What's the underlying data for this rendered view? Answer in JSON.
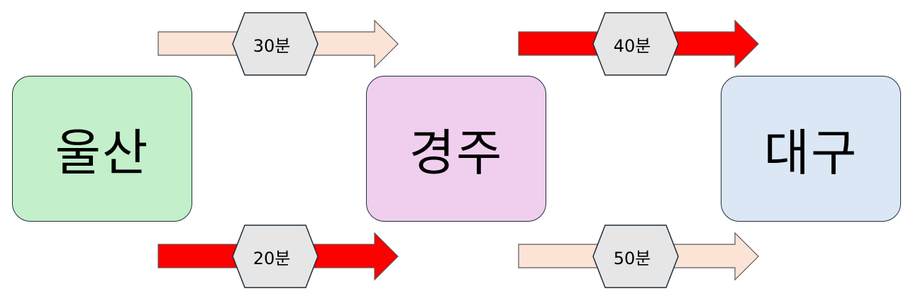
{
  "nodes": {
    "ulsan": {
      "label": "울산",
      "color": "#c3efca"
    },
    "gyeongju": {
      "label": "경주",
      "color": "#f0cfee"
    },
    "daegu": {
      "label": "대구",
      "color": "#dbe7f5"
    }
  },
  "connections": {
    "ulsan_gyeongju_top": {
      "time": "30분",
      "color": "#fbe3d6"
    },
    "ulsan_gyeongju_bottom": {
      "time": "20분",
      "color": "#ff0000"
    },
    "gyeongju_daegu_top": {
      "time": "40분",
      "color": "#ff0000"
    },
    "gyeongju_daegu_bottom": {
      "time": "50분",
      "color": "#fbe3d6"
    }
  },
  "hexagon_color": "#e6e6e6"
}
